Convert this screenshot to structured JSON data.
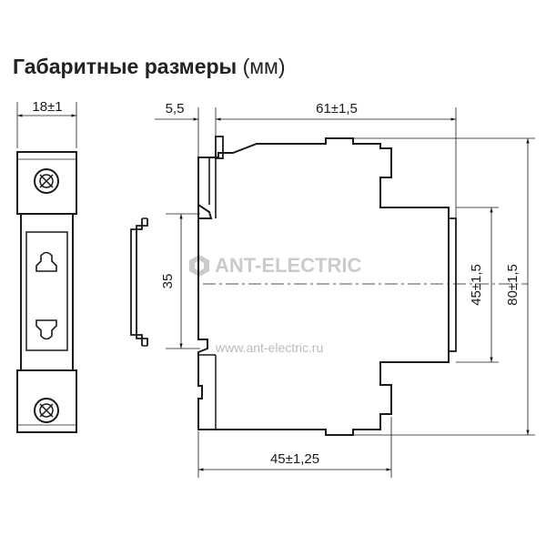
{
  "title": {
    "main": "Габаритные размеры",
    "unit": "(мм)"
  },
  "dimensions": {
    "front_width": "18±1",
    "rail_offset": "5,5",
    "total_depth": "61±1,5",
    "rail_height": "35",
    "front_height": "45±1,5",
    "total_height": "80±1,5",
    "base_depth": "45±1,25"
  },
  "watermark": {
    "brand": "ANT-ELECTRIC",
    "url": "www.ant-electric.ru"
  },
  "colors": {
    "line": "#1a1a1a",
    "watermark": "#c9cbcd"
  },
  "icons": [
    "screw-terminal-icon",
    "socket-icon",
    "logo-icon"
  ]
}
